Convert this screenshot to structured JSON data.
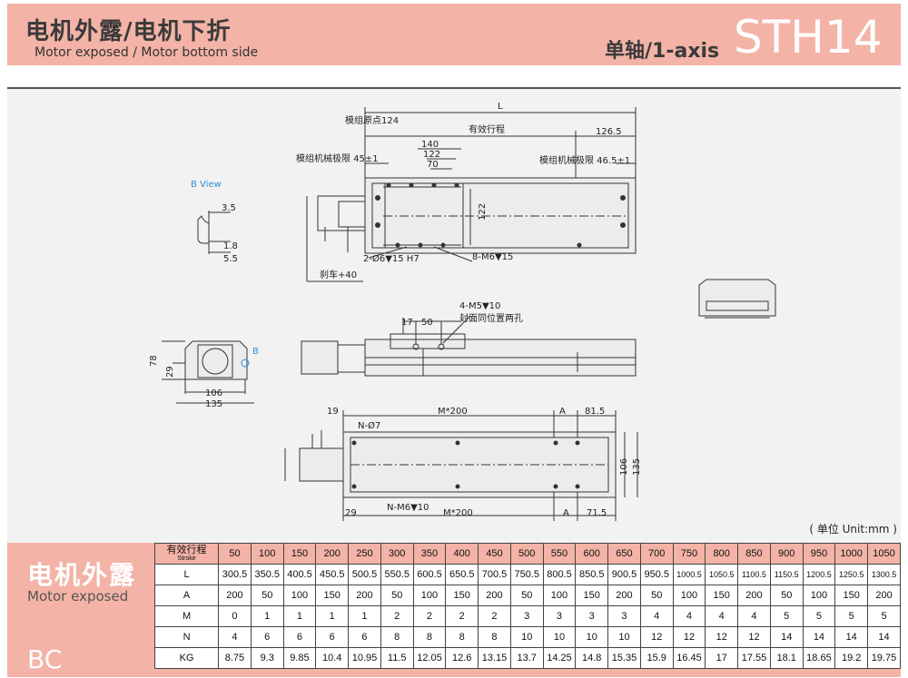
{
  "header": {
    "title_cn": "电机外露/电机下折",
    "title_en": "Motor exposed / Motor bottom side",
    "axis_label": "单轴/1-axis",
    "model": "STH14"
  },
  "drawing": {
    "labels": {
      "L": "L",
      "origin": "模组原点124",
      "stroke": "有效行程",
      "d126": "126.5",
      "d140": "140",
      "d122": "122",
      "d70": "70",
      "limit_left": "模组机械极限 45±1",
      "limit_right": "模组机械极限 46.5±1",
      "h122": "122",
      "hole1": "2-Ø6▼15 H7",
      "hole2": "8-M6▼15",
      "brake": "刹车+40",
      "bview": "B View",
      "d35": "3.5",
      "d18": "1.8",
      "d55": "5.5",
      "m5": "4-M5▼10",
      "m5note": "封面同位置两孔",
      "d17": "17",
      "d50": "50",
      "h78": "78",
      "h29": "29",
      "w106": "106",
      "w135": "135",
      "B": "B",
      "d19": "19",
      "m200a": "M*200",
      "A1": "A",
      "d815": "81.5",
      "n7": "N-Ø7",
      "h106": "106",
      "h135": "135",
      "d29": "29",
      "nm6": "N-M6▼10",
      "m200b": "M*200",
      "A2": "A",
      "d715": "71.5"
    },
    "unit_note": "( 单位 Unit:mm )"
  },
  "spec": {
    "title_cn": "电机外露",
    "title_en": "Motor exposed",
    "code": "BC",
    "stroke_label": "有效行程",
    "stroke_sub": "Stroke",
    "strokes": [
      "50",
      "100",
      "150",
      "200",
      "250",
      "300",
      "350",
      "400",
      "450",
      "500",
      "550",
      "600",
      "650",
      "700",
      "750",
      "800",
      "850",
      "900",
      "950",
      "1000",
      "1050"
    ],
    "rows": [
      {
        "label": "L",
        "values": [
          "300.5",
          "350.5",
          "400.5",
          "450.5",
          "500.5",
          "550.5",
          "600.5",
          "650.5",
          "700.5",
          "750.5",
          "800.5",
          "850.5",
          "900.5",
          "950.5",
          "1000.5",
          "1050.5",
          "1100.5",
          "1150.5",
          "1200.5",
          "1250.5",
          "1300.5"
        ]
      },
      {
        "label": "A",
        "values": [
          "200",
          "50",
          "100",
          "150",
          "200",
          "50",
          "100",
          "150",
          "200",
          "50",
          "100",
          "150",
          "200",
          "50",
          "100",
          "150",
          "200",
          "50",
          "100",
          "150",
          "200"
        ]
      },
      {
        "label": "M",
        "values": [
          "0",
          "1",
          "1",
          "1",
          "1",
          "2",
          "2",
          "2",
          "2",
          "3",
          "3",
          "3",
          "3",
          "4",
          "4",
          "4",
          "4",
          "5",
          "5",
          "5",
          "5"
        ]
      },
      {
        "label": "N",
        "values": [
          "4",
          "6",
          "6",
          "6",
          "6",
          "8",
          "8",
          "8",
          "8",
          "10",
          "10",
          "10",
          "10",
          "12",
          "12",
          "12",
          "12",
          "14",
          "14",
          "14",
          "14"
        ]
      },
      {
        "label": "KG",
        "values": [
          "8.75",
          "9.3",
          "9.85",
          "10.4",
          "10.95",
          "11.5",
          "12.05",
          "12.6",
          "13.15",
          "13.7",
          "14.25",
          "14.8",
          "15.35",
          "15.9",
          "16.45",
          "17",
          "17.55",
          "18.1",
          "18.65",
          "19.2",
          "19.75"
        ]
      }
    ]
  }
}
